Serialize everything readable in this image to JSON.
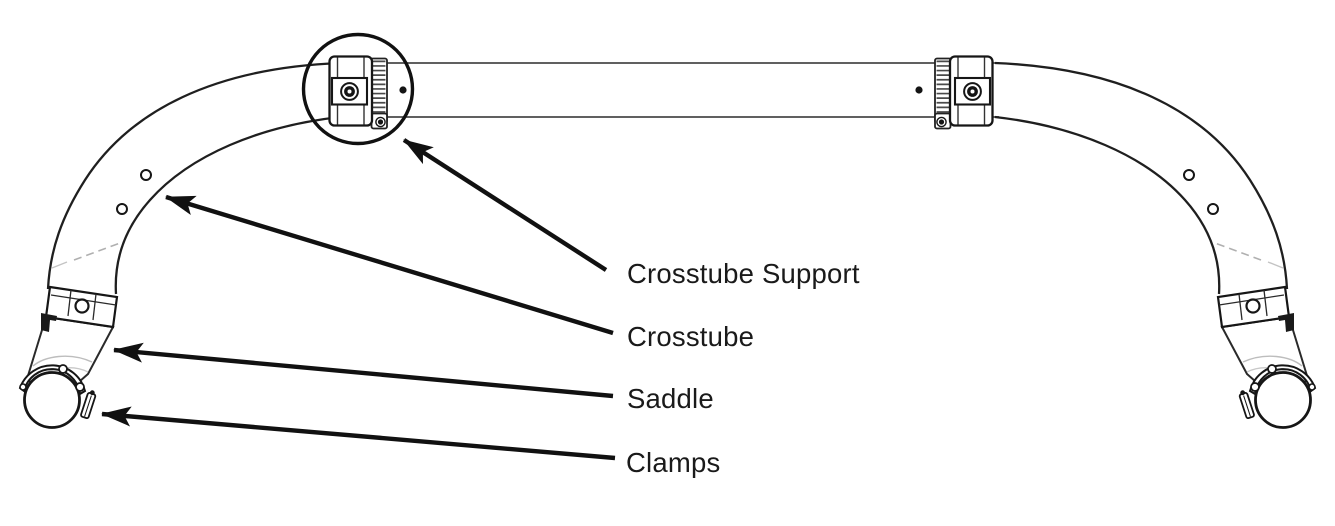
{
  "diagram": {
    "background_color": "#ffffff",
    "ink_color": "#1a1a1a",
    "callouts": [
      {
        "label": "Crosstube Support",
        "target": "crosstube-support-fitting"
      },
      {
        "label": "Crosstube",
        "target": "crosstube-arch"
      },
      {
        "label": "Saddle",
        "target": "saddle-tube"
      },
      {
        "label": "Clamps",
        "target": "worm-screw-clamp"
      }
    ]
  }
}
